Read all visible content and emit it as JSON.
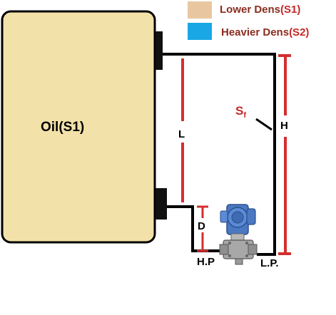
{
  "colors": {
    "tank_fill": "#F2E2A9",
    "outline": "#000000",
    "dimension": "#D32F2F",
    "lower_dens": "#E8C7A0",
    "heavier_dens": "#1AA7E6",
    "legend_prefix_text": "#8B2C1F",
    "legend_suffix_text": "#C62828",
    "transmitter_body": "#4A78C2",
    "transmitter_metal": "#A8A8A8"
  },
  "legend": {
    "lower": {
      "prefix": "Lower Dens",
      "suffix": "(S1)"
    },
    "heavier": {
      "prefix": "Heavier Dens",
      "suffix": "(S2)"
    }
  },
  "tank": {
    "label": "Oil(S1)"
  },
  "labels": {
    "L": "L",
    "H": "H",
    "D": "D",
    "Sf_main": "S",
    "Sf_sub": "f",
    "HP": "H.P",
    "LP": "L.P."
  },
  "icons": {
    "transmitter": "pressure-transmitter-icon"
  }
}
